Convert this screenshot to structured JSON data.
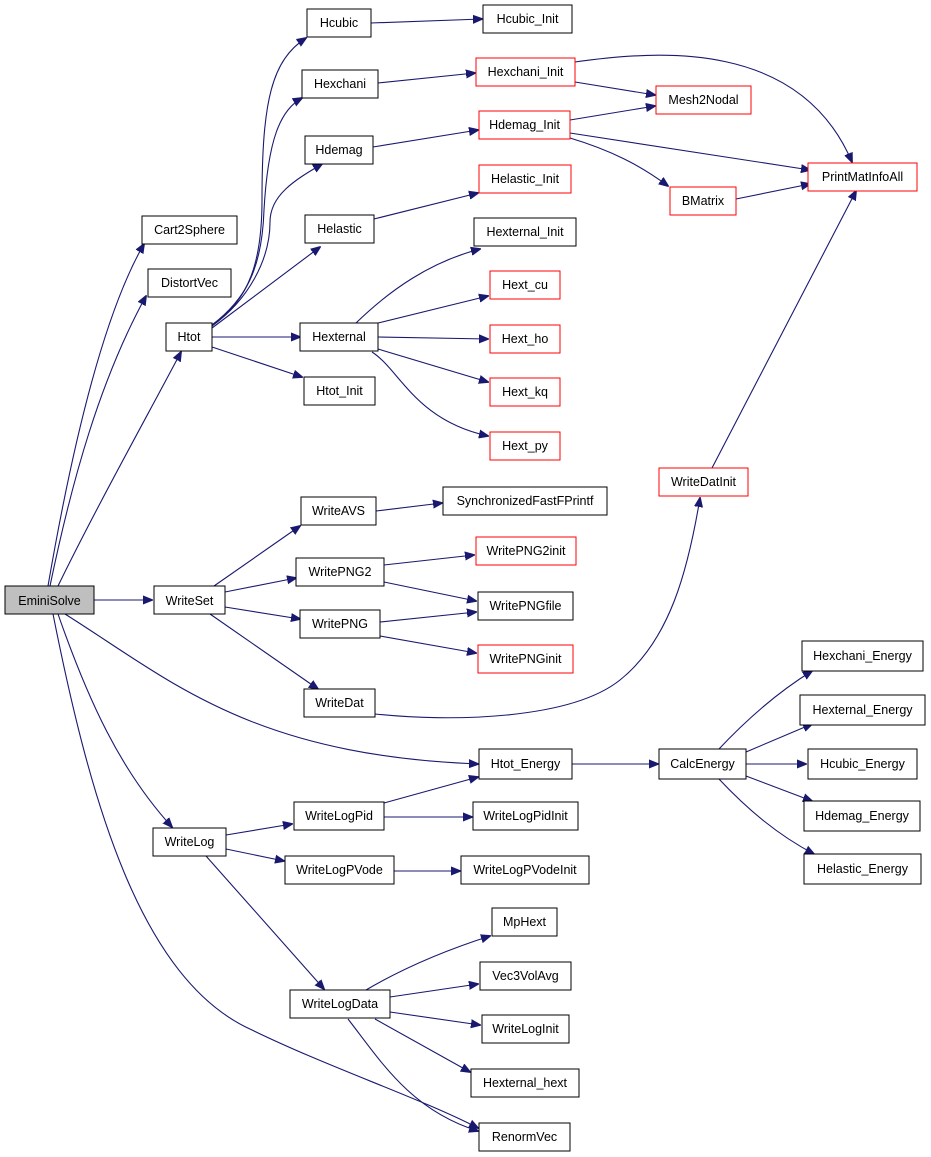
{
  "nodes": {
    "eminisolve": "EminiSolve",
    "cart2sphere": "Cart2Sphere",
    "distortvec": "DistortVec",
    "htot": "Htot",
    "hcubic": "Hcubic",
    "hcubic_init": "Hcubic_Init",
    "hexchani": "Hexchani",
    "hexchani_init": "Hexchani_Init",
    "mesh2nodal": "Mesh2Nodal",
    "hdemag": "Hdemag",
    "hdemag_init": "Hdemag_Init",
    "printmatinfoall": "PrintMatInfoAll",
    "bmatrix": "BMatrix",
    "helastic": "Helastic",
    "helastic_init": "Helastic_Init",
    "hexternal": "Hexternal",
    "hexternal_init": "Hexternal_Init",
    "hext_cu": "Hext_cu",
    "hext_ho": "Hext_ho",
    "hext_kq": "Hext_kq",
    "hext_py": "Hext_py",
    "htot_init": "Htot_Init",
    "writeset": "WriteSet",
    "writeavs": "WriteAVS",
    "synchronizedfastfprintf": "SynchronizedFastFPrintf",
    "writepng2": "WritePNG2",
    "writepng2init": "WritePNG2init",
    "writepngfile": "WritePNGfile",
    "writepng": "WritePNG",
    "writepnginit": "WritePNGinit",
    "writedat": "WriteDat",
    "writedatinit": "WriteDatInit",
    "htot_energy": "Htot_Energy",
    "calcenergy": "CalcEnergy",
    "hexchani_energy": "Hexchani_Energy",
    "hexternal_energy": "Hexternal_Energy",
    "hcubic_energy": "Hcubic_Energy",
    "hdemag_energy": "Hdemag_Energy",
    "helastic_energy": "Helastic_Energy",
    "writelog": "WriteLog",
    "writelogpid": "WriteLogPid",
    "writelogpidinit": "WriteLogPidInit",
    "writelogpvode": "WriteLogPVode",
    "writelogpvodeinit": "WriteLogPVodeInit",
    "writelogdata": "WriteLogData",
    "mphext": "MpHext",
    "vec3volavg": "Vec3VolAvg",
    "writeloginit": "WriteLogInit",
    "hexternal_hext": "Hexternal_hext",
    "renormvec": "RenormVec"
  },
  "colors": {
    "edge": "#191970",
    "border": "#000000",
    "incomplete_border": "#ff0000",
    "root_fill": "#bfbfbf",
    "fill": "#ffffff"
  }
}
